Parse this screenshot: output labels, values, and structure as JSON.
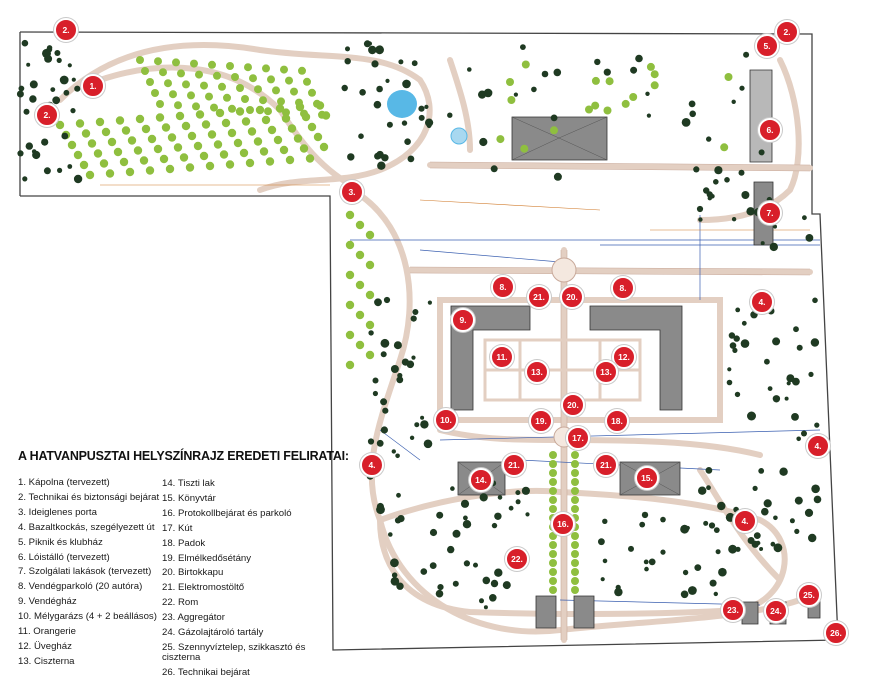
{
  "legend": {
    "title": "A HATVANPUSZTAI HELYSZÍNRAJZ EREDETI FELIRATAI:",
    "items": [
      {
        "label": "1. Kápolna (tervezett)"
      },
      {
        "label": "2. Technikai és biztonsági bejárat"
      },
      {
        "label": "3. Ideiglenes porta"
      },
      {
        "label": "4. Bazaltkockás, szegélyezett út"
      },
      {
        "label": "5. Piknik és klubház"
      },
      {
        "label": "6. Lóistálló (tervezett)"
      },
      {
        "label": "7. Szolgálati lakások (tervezett)"
      },
      {
        "label": "8. Vendégparkoló (20 autóra)"
      },
      {
        "label": "9. Vendégház"
      },
      {
        "label": "10. Mélygarázs (4 + 2 beállásos)"
      },
      {
        "label": "11. Orangerie"
      },
      {
        "label": "12. Üvegház"
      },
      {
        "label": "13. Ciszterna"
      },
      {
        "label": "14. Tiszti lak"
      },
      {
        "label": "15. Könyvtár"
      },
      {
        "label": "16. Protokollbejárat és parkoló"
      },
      {
        "label": "17. Kút"
      },
      {
        "label": "18. Padok"
      },
      {
        "label": "19. Elmélkedősétány"
      },
      {
        "label": "20. Birtokkapu"
      },
      {
        "label": "21. Elektromostöltő"
      },
      {
        "label": "22. Rom"
      },
      {
        "label": "23. Aggregátor"
      },
      {
        "label": "24. Gázolajtároló tartály"
      },
      {
        "label": "25. Szennyvíztelep, szikkasztó és ciszterna"
      },
      {
        "label": "26. Technikai bejárat"
      }
    ]
  },
  "markers": [
    {
      "label": "1."
    },
    {
      "label": "2."
    },
    {
      "label": "2."
    },
    {
      "label": "2."
    },
    {
      "label": "3."
    },
    {
      "label": "4."
    },
    {
      "label": "4."
    },
    {
      "label": "4."
    },
    {
      "label": "4."
    },
    {
      "label": "5."
    },
    {
      "label": "6."
    },
    {
      "label": "7."
    },
    {
      "label": "8."
    },
    {
      "label": "8."
    },
    {
      "label": "9."
    },
    {
      "label": "10."
    },
    {
      "label": "11."
    },
    {
      "label": "12."
    },
    {
      "label": "13."
    },
    {
      "label": "13."
    },
    {
      "label": "14."
    },
    {
      "label": "15."
    },
    {
      "label": "16."
    },
    {
      "label": "17."
    },
    {
      "label": "18."
    },
    {
      "label": "19."
    },
    {
      "label": "20."
    },
    {
      "label": "20."
    },
    {
      "label": "21."
    },
    {
      "label": "21."
    },
    {
      "label": "21."
    },
    {
      "label": "22."
    },
    {
      "label": "23."
    },
    {
      "label": "24."
    },
    {
      "label": "25."
    },
    {
      "label": "26."
    }
  ],
  "colors": {
    "marker": "#d81f2a",
    "road": "#e8d8cc",
    "building": "#8a8a8a",
    "tree_light": "#8fbf3f",
    "tree_dark": "#1f3a22",
    "water": "#58b8e6"
  }
}
